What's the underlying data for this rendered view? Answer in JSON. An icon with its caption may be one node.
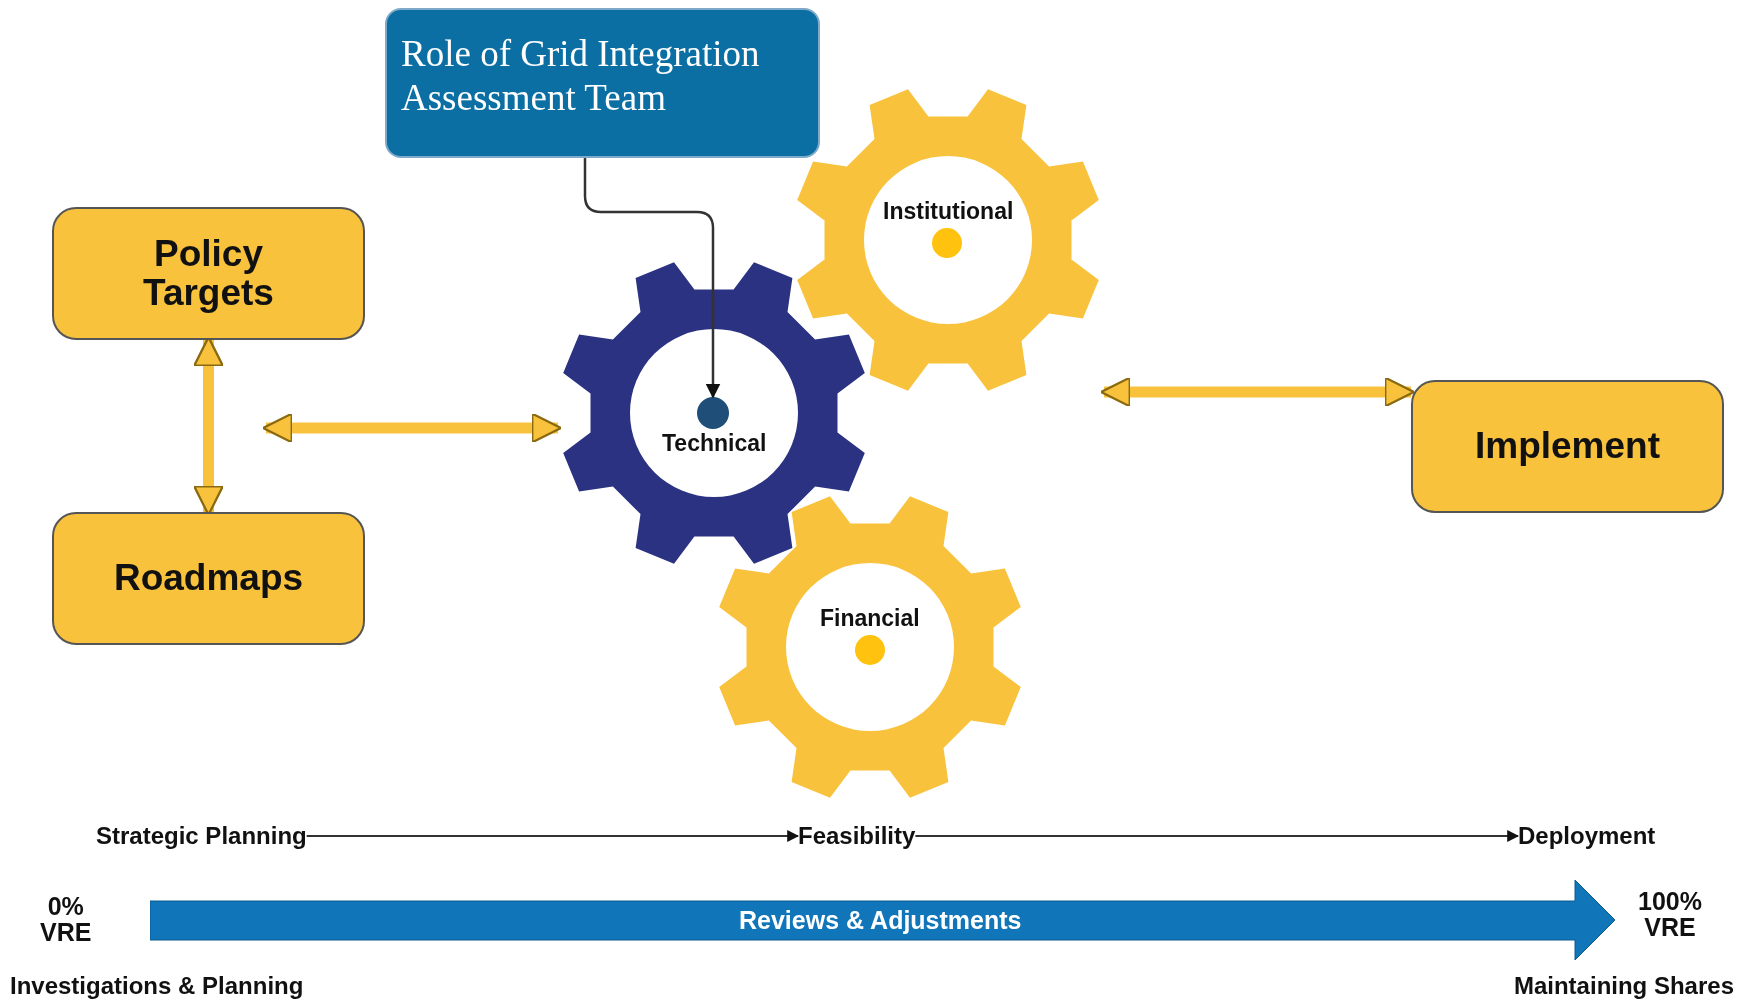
{
  "diagram": {
    "nodes": [
      {
        "text": [
          "Role of Grid Integration Assessment Team"
        ]
      },
      {
        "text": [
          "Policy Targets"
        ]
      },
      {
        "text": [
          "Roadmaps"
        ]
      },
      {
        "text": [
          "Institutional"
        ]
      },
      {
        "text": [
          "Technical"
        ]
      },
      {
        "text": [
          "Financial"
        ]
      },
      {
        "text": [
          "Implement"
        ]
      },
      {
        "text": [
          "Strategic Planning"
        ]
      },
      {
        "text": [
          "Feasibility"
        ]
      },
      {
        "text": [
          "Deployment"
        ]
      },
      {
        "text": [
          "Reviews & Adjustments"
        ]
      },
      {
        "text": [],
        "shape": "circle",
        "in": 4
      }
    ],
    "edges": [
      {
        "from": 0,
        "to": 11,
        "arrow": "to"
      },
      {
        "from": 1,
        "to": 2,
        "arrow": "both",
        "style": "thick",
        "color": "#f9c23c"
      },
      {
        "from": null,
        "to": 4,
        "arrow": "both",
        "style": "thick",
        "color": "#f9c23c"
      },
      {
        "from": 3,
        "to": 6,
        "arrow": "both",
        "style": "thick",
        "color": "#f9c23c"
      },
      {
        "from": 7,
        "to": 8,
        "arrow": "to"
      },
      {
        "from": 8,
        "to": 9,
        "arrow": "to"
      }
    ],
    "labels": [
      "0% VRE",
      "100% VRE",
      "Investigations & Planning",
      "Maintaining Shares"
    ]
  }
}
